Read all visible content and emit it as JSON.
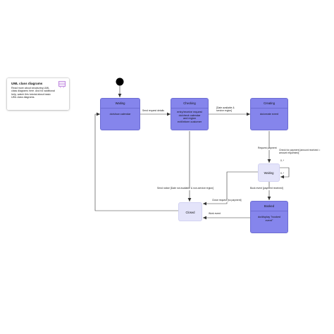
{
  "note": {
    "title": "UML class diagrams",
    "body": "Read more about structuring UML class diagrams here. And for additional help, watch this tutorial about basic UML class diagrams.",
    "icon": "uml-class-diagram-icon"
  },
  "states": {
    "waiting1": {
      "title": "Waiting",
      "body": "do/show calendar"
    },
    "checking": {
      "title": "Checking",
      "body": "entry/receive request\ndo/check calendar\nand region\nexit/inform customer"
    },
    "creating": {
      "title": "Creating",
      "body": "do/create event"
    },
    "waiting2": {
      "title": "Waiting"
    },
    "booked": {
      "title": "Booked",
      "body": "do/display \"booked\nevent\""
    },
    "closed": {
      "title": "Closed"
    }
  },
  "transitions": {
    "send_request_details": "Send request details",
    "date_available": "[Date available &\nservice region]",
    "request_payment": "Request payment",
    "check_payment": "Check for payment [amount received =\namount requested]",
    "multiplicity_top": "0..*",
    "multiplicity_bottom": "0..*",
    "send_notice": "Send notice [Date not available & non-service region]",
    "close_request": "Close request [no payment]",
    "book_event": "Book event [payment received]",
    "work_event": "Work event"
  },
  "colors": {
    "state_fill": "#8585ec",
    "state_border": "#6c6cd2",
    "simple_fill": "#e4e4fa",
    "line": "#333333",
    "initial_node": "#000000"
  }
}
